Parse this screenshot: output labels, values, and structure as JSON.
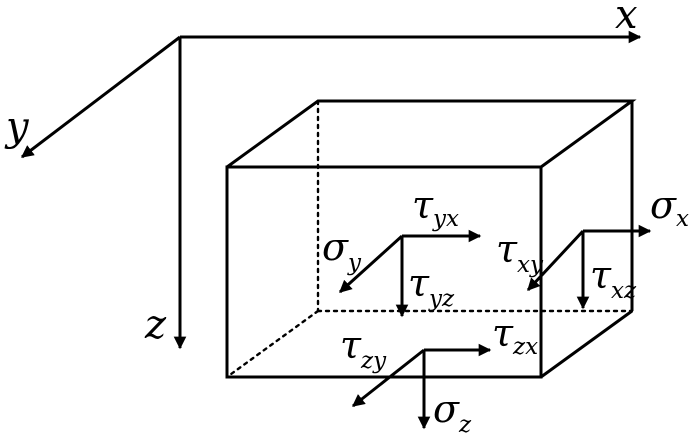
{
  "axes": {
    "x_label": "x",
    "y_label": "y",
    "z_label": "z"
  },
  "stresses": {
    "sigma_y": {
      "symbol": "σ",
      "subscript": "y"
    },
    "tau_yx": {
      "symbol": "τ",
      "subscript": "yx"
    },
    "tau_yz": {
      "symbol": "τ",
      "subscript": "yz"
    },
    "sigma_x": {
      "symbol": "σ",
      "subscript": "x"
    },
    "tau_xy": {
      "symbol": "τ",
      "subscript": "xy"
    },
    "tau_xz": {
      "symbol": "τ",
      "subscript": "xz"
    },
    "tau_zy": {
      "symbol": "τ",
      "subscript": "zy"
    },
    "tau_zx": {
      "symbol": "τ",
      "subscript": "zx"
    },
    "sigma_z": {
      "symbol": "σ",
      "subscript": "z"
    }
  }
}
